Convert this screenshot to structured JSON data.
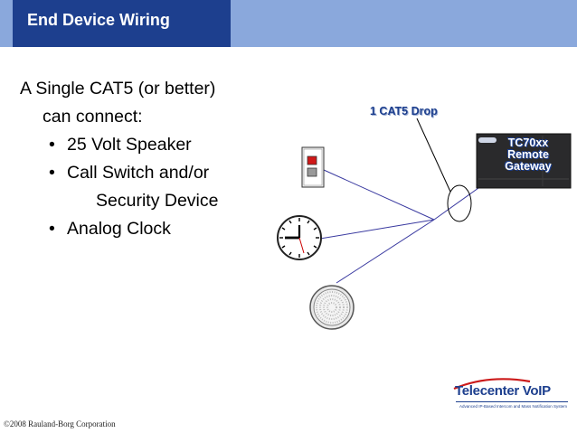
{
  "title": "End Device Wiring",
  "body": {
    "intro_line1": "A Single CAT5 (or better)",
    "intro_line2": "can connect:",
    "bullets": [
      {
        "text": "25 Volt Speaker",
        "cont": ""
      },
      {
        "text": "Call Switch and/or",
        "cont": "Security Device"
      },
      {
        "text": "Analog Clock",
        "cont": ""
      }
    ]
  },
  "diagram": {
    "drop_label": "1 CAT5 Drop",
    "gateway": {
      "line1": "TC70xx",
      "line2": "Remote",
      "line3": "Gateway"
    },
    "devices": {
      "switch": "call-switch-icon",
      "clock": "analog-clock-icon",
      "speaker": "speaker-icon"
    },
    "wire_color": "#3a3aa0"
  },
  "logo": {
    "brand": "Telecenter ",
    "suffix": "VoIP",
    "tagline": "Advanced IP-Based Intercom and Mass Notification System"
  },
  "footer": "©2008 Rauland-Borg Corporation"
}
